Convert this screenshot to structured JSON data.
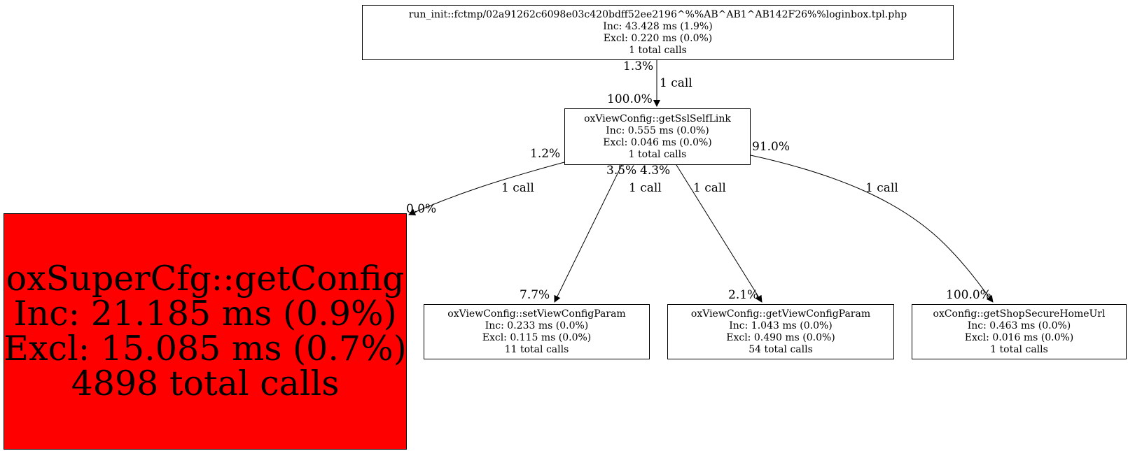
{
  "colors": {
    "hot_node": "#ff0000",
    "normal_node": "#ffffff",
    "stroke": "#000000"
  },
  "nodes": {
    "root": {
      "name": "run_init::fctmp/02a91262c6098e03c420bdff52ee2196^%%AB^AB1^AB142F26%%loginbox.tpl.php",
      "inc": "Inc: 43.428 ms (1.9%)",
      "excl": "Excl: 0.220 ms (0.0%)",
      "calls": "1 total calls"
    },
    "ssl": {
      "name": "oxViewConfig::getSslSelfLink",
      "inc": "Inc: 0.555 ms (0.0%)",
      "excl": "Excl: 0.046 ms (0.0%)",
      "calls": "1 total calls"
    },
    "cfg": {
      "name": "oxSuperCfg::getConfig",
      "inc": "Inc: 21.185 ms (0.9%)",
      "excl": "Excl: 15.085 ms (0.7%)",
      "calls": "4898 total calls"
    },
    "setparam": {
      "name": "oxViewConfig::setViewConfigParam",
      "inc": "Inc: 0.233 ms (0.0%)",
      "excl": "Excl: 0.115 ms (0.0%)",
      "calls": "11 total calls"
    },
    "getparam": {
      "name": "oxViewConfig::getViewConfigParam",
      "inc": "Inc: 1.043 ms (0.0%)",
      "excl": "Excl: 0.490 ms (0.0%)",
      "calls": "54 total calls"
    },
    "home": {
      "name": "oxConfig::getShopSecureHomeUrl",
      "inc": "Inc: 0.463 ms (0.0%)",
      "excl": "Excl: 0.016 ms (0.0%)",
      "calls": "1 total calls"
    }
  },
  "edges": {
    "root_ssl": {
      "tail": "1.3%",
      "head": "100.0%",
      "label": "1 call"
    },
    "ssl_cfg": {
      "tail": "1.2%",
      "head": "0.0%",
      "label": "1 call"
    },
    "ssl_setparam": {
      "tail": "3.5%",
      "head": "7.7%",
      "label": "1 call"
    },
    "ssl_getparam": {
      "tail": "4.3%",
      "head": "2.1%",
      "label": "1 call"
    },
    "ssl_home": {
      "tail": "91.0%",
      "head": "100.0%",
      "label": "1 call"
    }
  }
}
